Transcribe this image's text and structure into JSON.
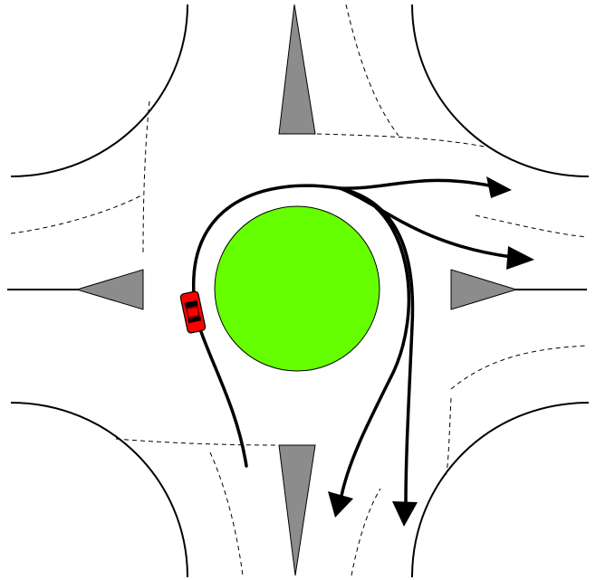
{
  "diagram": {
    "subject": "roundabout",
    "colors": {
      "background": "#ffffff",
      "curb": "#000000",
      "lane_marking": "#000000",
      "splitter_island": "#8c8c8c",
      "central_island": "#66ff00",
      "car_body": "#ff0000",
      "path": "#000000"
    },
    "icons": [
      "car-icon",
      "arrowhead-icon"
    ],
    "paths": [
      {
        "id": "path-exit-east-upper",
        "direction": "east"
      },
      {
        "id": "path-exit-east-lower",
        "direction": "east"
      },
      {
        "id": "path-exit-south-left",
        "direction": "south"
      },
      {
        "id": "path-exit-south-right",
        "direction": "south"
      }
    ]
  }
}
